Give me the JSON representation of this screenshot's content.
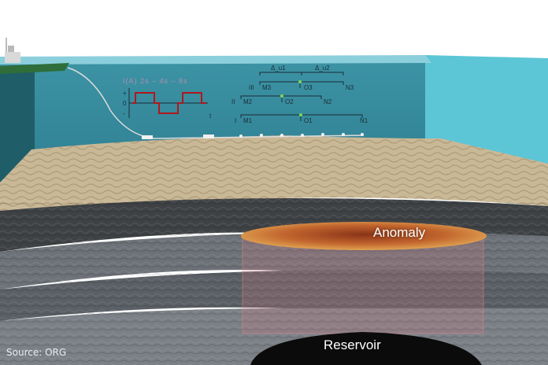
{
  "labels": {
    "anomaly": "Anomaly",
    "reservoir": "Reservoir",
    "source": "Source: ORG",
    "signal_formula": "I(A)   2s – 4s – 8s"
  },
  "signal_axis": {
    "plus": "+",
    "zero": "0",
    "minus": "-",
    "time": "t"
  },
  "array_diagram": {
    "offset_labels": [
      "Δ_u1",
      "Δ_u2"
    ],
    "rows": [
      {
        "roman": "III",
        "left": "M3",
        "center": "O3",
        "right": "N3"
      },
      {
        "roman": "II",
        "left": "M2",
        "center": "O2",
        "right": "N2"
      },
      {
        "roman": "I",
        "left": "M1",
        "center": "O1",
        "right": "N1"
      }
    ]
  },
  "colors": {
    "sky": "#ffffff",
    "water_front": "#3a8fa0",
    "water_side": "#5cc6d6",
    "seabed": "#c9b896",
    "rock_dark": "#3f4245",
    "rock_mid": "#6d7278",
    "anomaly_core": "#b5562a",
    "anomaly_edge": "#e3a34a",
    "reservoir": "#0b0b0b",
    "vessel_hull": "#2f6e3a"
  }
}
